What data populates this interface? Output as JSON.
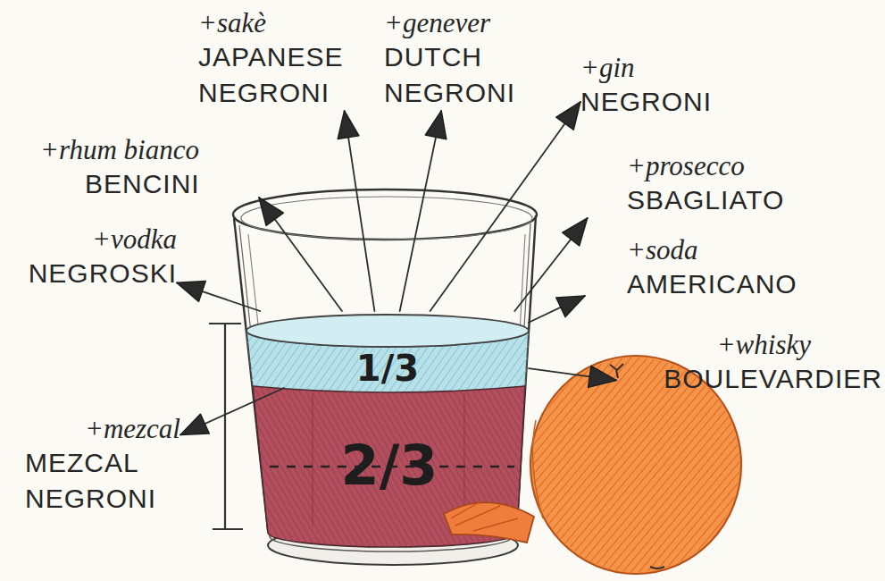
{
  "diagram": {
    "nodes": [
      {
        "text": [
          "+sakè",
          "JAPANESE NEGRONI"
        ]
      },
      {
        "text": [
          "+genever",
          "DUTCH NEGRONI"
        ]
      },
      {
        "text": [
          "+gin",
          "NEGRONI"
        ]
      },
      {
        "text": [
          "+rhum bianco",
          "BENCINI"
        ]
      },
      {
        "text": [
          "+prosecco",
          "SBAGLIATO"
        ]
      },
      {
        "text": [
          "+vodka",
          "NEGROSKI"
        ]
      },
      {
        "text": [
          "+soda",
          "AMERICANO"
        ]
      },
      {
        "text": [
          "+whisky",
          "BOULEVARDIER"
        ]
      },
      {
        "text": [
          "1/3"
        ]
      },
      {
        "text": [
          "2/3"
        ]
      },
      {
        "text": [
          "+mezcal",
          "MEZCAL NEGRONI"
        ]
      }
    ],
    "edges": [
      {
        "from": 8,
        "to": 0,
        "arrow": "to"
      },
      {
        "from": 8,
        "to": 1,
        "arrow": "to"
      },
      {
        "from": 8,
        "to": 2,
        "arrow": "to"
      },
      {
        "from": 8,
        "to": 3,
        "arrow": "to"
      },
      {
        "from": 8,
        "to": 4,
        "arrow": "to"
      },
      {
        "from": 8,
        "to": 5,
        "arrow": "to"
      },
      {
        "from": 8,
        "to": 6,
        "arrow": "to"
      },
      {
        "from": 8,
        "to": 7,
        "arrow": "to"
      },
      {
        "from": 8,
        "to": 10,
        "arrow": "to"
      }
    ]
  }
}
